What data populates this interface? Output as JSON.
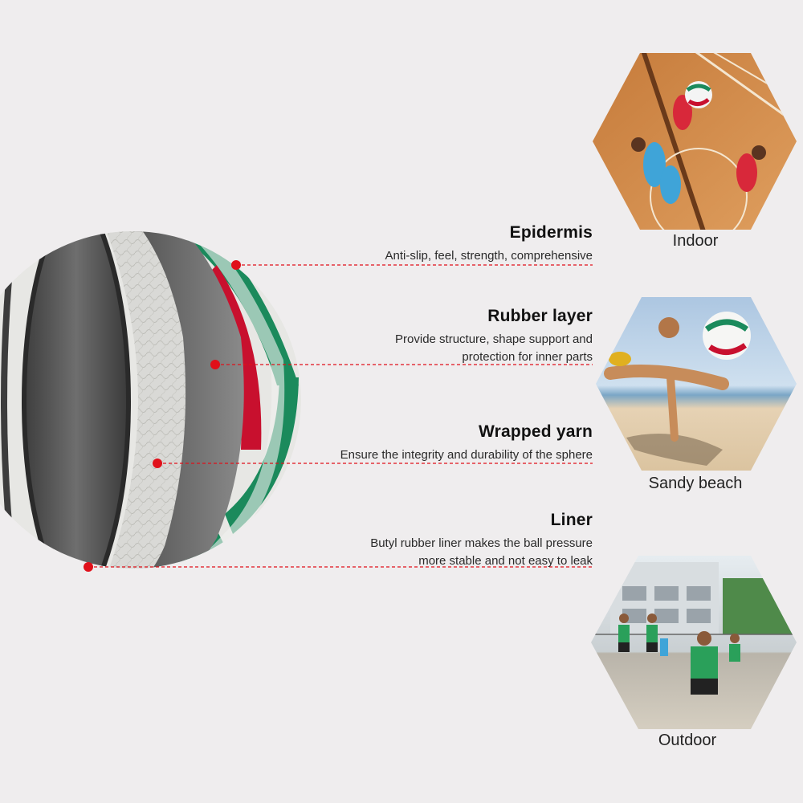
{
  "layers": [
    {
      "title": "Epidermis",
      "lines": [
        "Anti-slip, feel, strength, comprehensive"
      ]
    },
    {
      "title": "Rubber layer",
      "lines": [
        "Provide structure, shape support and",
        "protection for inner parts"
      ]
    },
    {
      "title": "Wrapped yarn",
      "lines": [
        "Ensure the integrity and durability of the sphere"
      ]
    },
    {
      "title": "Liner",
      "lines": [
        "Butyl rubber liner makes the ball pressure",
        "more stable and not easy to leak"
      ]
    }
  ],
  "scenes": [
    {
      "label": "Indoor"
    },
    {
      "label": "Sandy beach"
    },
    {
      "label": "Outdoor"
    }
  ],
  "colors": {
    "background": "#efedee",
    "pointer": "#e0101a",
    "ball_green": "#1b8a5c",
    "ball_red": "#c8102e"
  }
}
